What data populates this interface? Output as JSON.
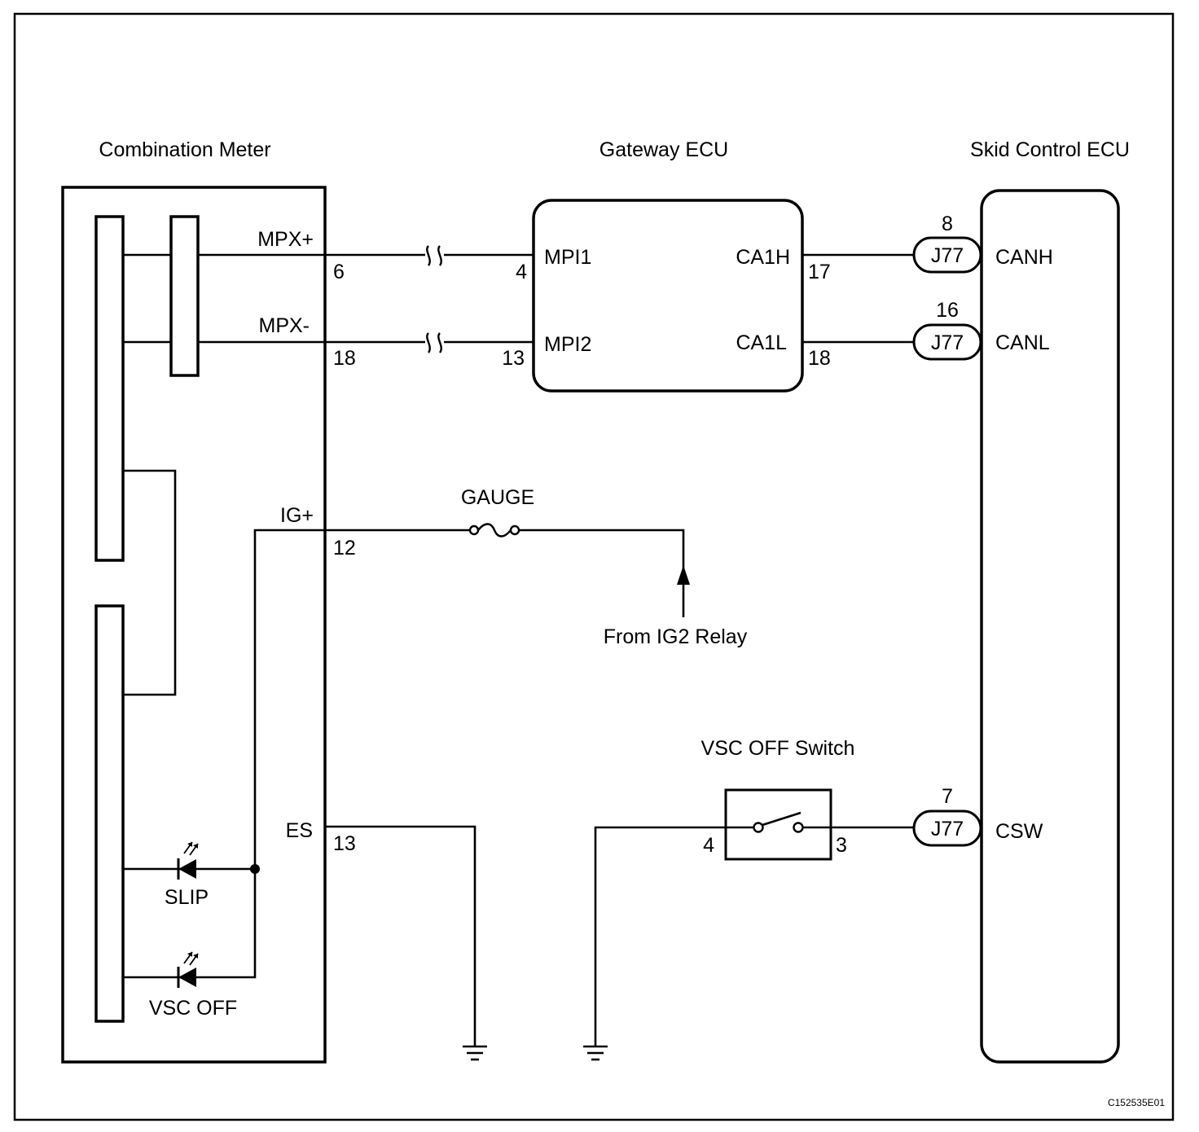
{
  "components": {
    "combination_meter": "Combination Meter",
    "gateway_ecu": "Gateway ECU",
    "skid_control_ecu": "Skid Control ECU",
    "vsc_off_switch": "VSC OFF Switch"
  },
  "meter": {
    "mpx_plus": "MPX+",
    "mpx_plus_pin": "6",
    "mpx_minus": "MPX-",
    "mpx_minus_pin": "18",
    "ig_plus": "IG+",
    "ig_plus_pin": "12",
    "es": "ES",
    "es_pin": "13",
    "slip": "SLIP",
    "vsc_off": "VSC OFF"
  },
  "gateway": {
    "mpi1": "MPI1",
    "mpi1_pin": "4",
    "mpi2": "MPI2",
    "mpi2_pin": "13",
    "ca1h": "CA1H",
    "ca1h_pin": "17",
    "ca1l": "CA1L",
    "ca1l_pin": "18"
  },
  "skid": {
    "canh": "CANH",
    "canh_pin": "8",
    "canl": "CANL",
    "canl_pin": "16",
    "csw": "CSW",
    "csw_pin": "7",
    "connector": "J77"
  },
  "fuse": {
    "label": "GAUGE"
  },
  "relay": {
    "label": "From IG2 Relay"
  },
  "switch": {
    "pin_left": "4",
    "pin_right": "3"
  },
  "figure_code": "C152535E01"
}
